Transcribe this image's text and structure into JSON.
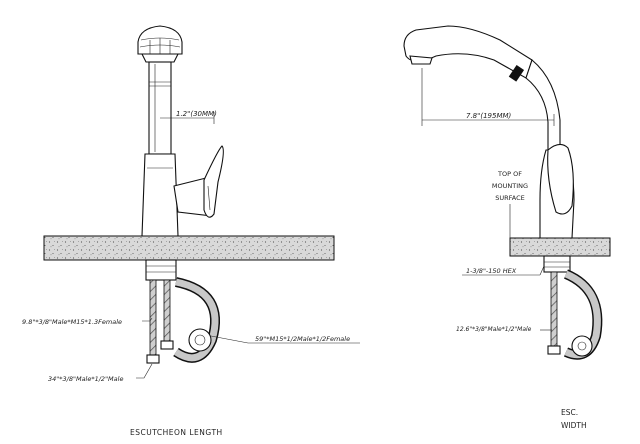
{
  "front_view": {
    "spout_height_dim": "1.2\"(30MM)",
    "supply_hose_left": "9.8\"*3/8\"Male*M15*1.3Female",
    "supply_hose_bottom": "34\"*3/8\"Male*1/2\"Male",
    "spray_hose": "59\"*M15*1/2Male*1/2Female",
    "caption": "ESCUTCHEON LENGTH"
  },
  "side_view": {
    "reach_dim": "7.8\"(195MM)",
    "mounting_note": [
      "TOP OF",
      "MOUNTING",
      "SURFACE"
    ],
    "hex_dim": "1-3/8\"-150 HEX",
    "supply_hose_right": "12.6\"*3/8\"Male*1/2\"Male",
    "caption": [
      "ESC.",
      "WIDTH"
    ]
  }
}
